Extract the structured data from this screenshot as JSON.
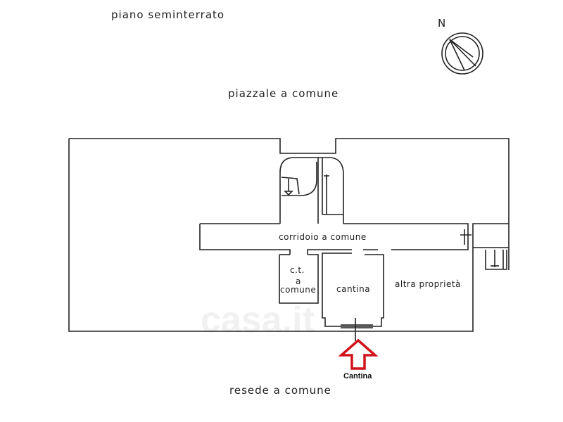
{
  "title": "piano seminterrato",
  "north_label": "N",
  "labels": {
    "top_area": "piazzale a comune",
    "bottom_area": "resede a comune",
    "corridor": "corridoio a comune",
    "ct_line1": "c.t.",
    "ct_line2": "a",
    "ct_line3": "comune",
    "cantina": "cantina",
    "other": "altra proprietà"
  },
  "marker": {
    "label": "Cantina",
    "color": "#d0131b"
  },
  "watermark": "casa.it"
}
